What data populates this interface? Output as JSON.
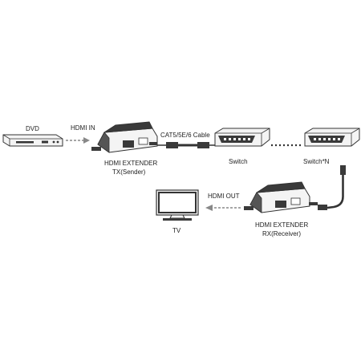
{
  "labels": {
    "dvd": "DVD",
    "hdmi_in": "HDMI IN",
    "sender_line1": "HDMI EXTENDER",
    "sender_line2": "TX(Sender)",
    "cable": "CAT5/5E/6 Cable",
    "switch": "Switch",
    "switch_n": "Switch*N",
    "hdmi_out": "HDMI OUT",
    "tv": "TV",
    "receiver_line1": "HDMI EXTENDER",
    "receiver_line2": "RX(Receiver)"
  },
  "colors": {
    "line": "#333333",
    "device_dark": "#3a3a3a",
    "device_light": "#f4f4f4",
    "arrow": "#888888"
  },
  "icons": [
    "dvd-player-icon",
    "hdmi-extender-icon",
    "network-switch-icon",
    "tv-icon",
    "ethernet-plug-icon"
  ]
}
